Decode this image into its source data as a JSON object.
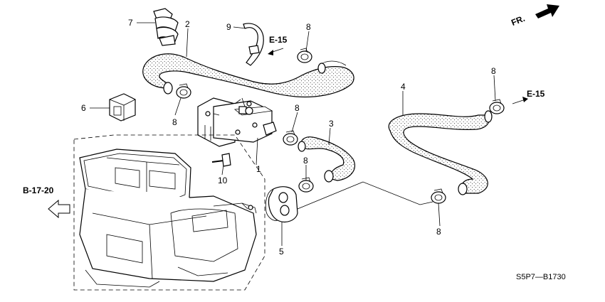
{
  "callouts": {
    "c1": "1",
    "c2": "2",
    "c3": "3",
    "c4": "4",
    "c5": "5",
    "c6": "6",
    "c7": "7",
    "c8": "8",
    "c9": "9",
    "c10": "10"
  },
  "references": {
    "e15_top": "E-15",
    "e15_right": "E-15",
    "b1720": "B-17-20",
    "front": "FR."
  },
  "diagram_code": "S5P7—B1730"
}
